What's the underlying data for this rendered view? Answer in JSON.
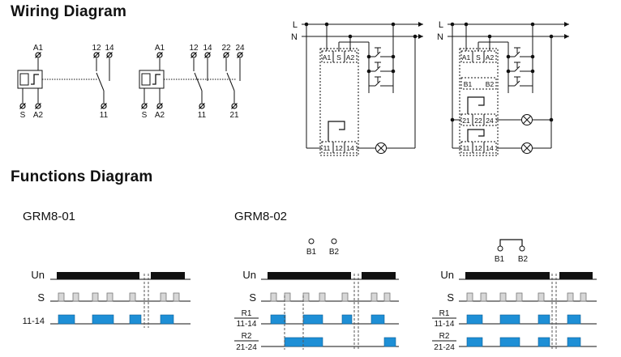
{
  "headings": {
    "wiring": "Wiring Diagram",
    "functions": "Functions Diagram"
  },
  "models": {
    "left": "GRM8-01",
    "right": "GRM8-02"
  },
  "terminals": {
    "a1": "A1",
    "a2": "A2",
    "s": "S",
    "t11": "11",
    "t12": "12",
    "t14": "14",
    "t21": "21",
    "t22": "22",
    "t24": "24",
    "b1": "B1",
    "b2": "B2",
    "l": "L",
    "n": "N"
  },
  "signals": {
    "un": "Un",
    "s": "S",
    "c1114": "11-14",
    "r1": "R1",
    "r2": "R2",
    "c2124": "21-24"
  },
  "colors": {
    "line": "#111111",
    "contact_fill": "#1e8fd6",
    "pulse_fill": "#d7d7d7",
    "supply_fill": "#111111"
  }
}
